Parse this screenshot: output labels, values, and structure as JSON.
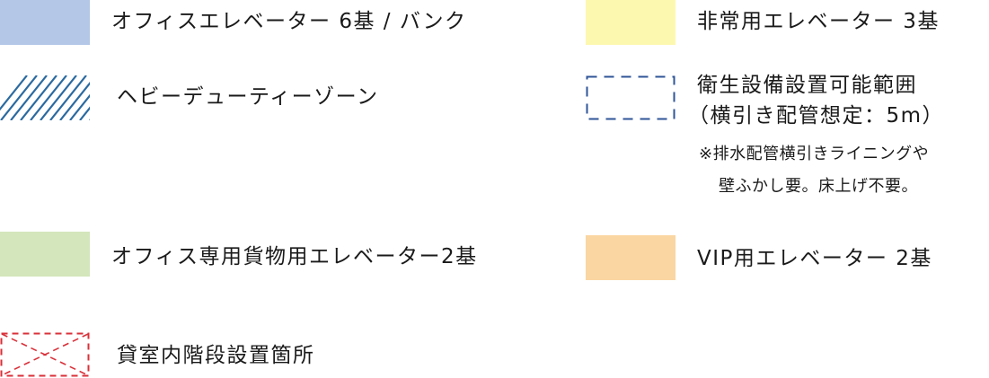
{
  "legend": {
    "items": [
      {
        "id": "office-elevator",
        "label": "オフィスエレベーター 6基 / バンク",
        "swatch": "fill",
        "color": "#b4c7e7"
      },
      {
        "id": "emergency-elevator",
        "label": "非常用エレベーター 3基",
        "swatch": "fill",
        "color": "#fdf8b0"
      },
      {
        "id": "heavy-duty-zone",
        "label": "ヘビーデューティーゾーン",
        "swatch": "hatch",
        "color": "#2b6aa0"
      },
      {
        "id": "sanitary-area",
        "label_lines": [
          "衛生設備設置可能範囲",
          "（横引き配管想定：5m）"
        ],
        "note_lines": [
          "※排水配管横引きライニングや",
          "壁ふかし要。床上げ不要。"
        ],
        "swatch": "dashed",
        "color": "#2f5597"
      },
      {
        "id": "freight-elevator",
        "label": "オフィス専用貨物用エレベーター2基",
        "swatch": "fill",
        "color": "#d4e6bc"
      },
      {
        "id": "vip-elevator",
        "label": "VIP用エレベーター 2基",
        "swatch": "fill",
        "color": "#fad6a2"
      },
      {
        "id": "stair-location",
        "label": "貸室内階段設置箇所",
        "swatch": "cross",
        "color": "#d9313a"
      }
    ]
  }
}
